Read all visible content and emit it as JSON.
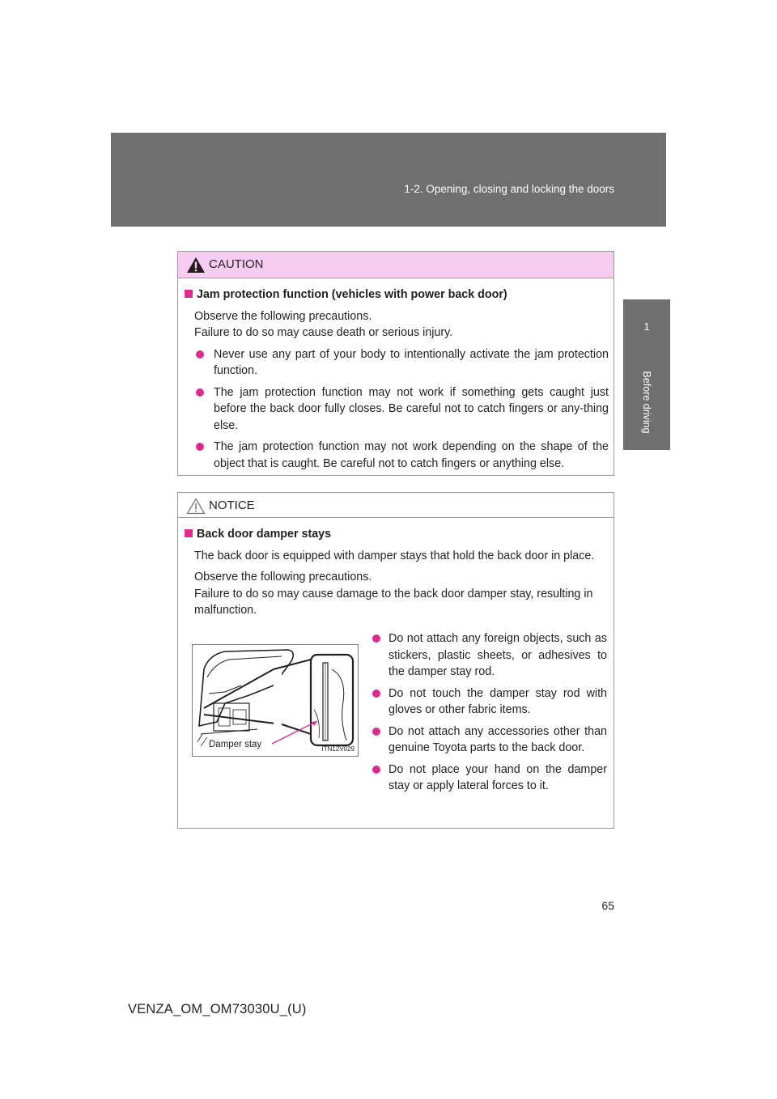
{
  "header": {
    "section_title": "1-2. Opening, closing and locking the doors"
  },
  "side_tab": {
    "chapter_number": "1",
    "chapter_label": "Before driving"
  },
  "caution": {
    "label": "CAUTION",
    "subheading": "Jam protection function (vehicles with power back door)",
    "intro_line1": "Observe the following precautions.",
    "intro_line2": "Failure to do so may cause death or serious injury.",
    "bullets": [
      "Never use any part of your body to intentionally activate the jam protection function.",
      "The jam protection function may not work if something gets caught just before the back door fully closes. Be careful not to catch fingers or any-thing else.",
      "The jam protection function may not work depending on the shape of the object that is caught. Be careful not to catch fingers or anything else."
    ]
  },
  "notice": {
    "label": "NOTICE",
    "subheading": "Back door damper stays",
    "para1": "The back door is equipped with damper stays that hold the back door in place.",
    "intro_line1": "Observe the following precautions.",
    "intro_line2": "Failure to do so may cause damage to the back door damper stay, resulting in malfunction.",
    "figure_label": "Damper stay",
    "figure_code": "ITN12V029",
    "bullets": [
      "Do not attach any foreign objects, such as stickers, plastic sheets, or adhesives to the damper stay rod.",
      "Do not touch the damper stay rod with gloves or other fabric items.",
      "Do not attach any accessories other than genuine Toyota parts to the back door.",
      "Do not place your hand on the damper stay or apply lateral forces to it."
    ]
  },
  "page_number": "65",
  "footer_code": "VENZA_OM_OM73030U_(U)",
  "colors": {
    "header_band": "#6f6f6f",
    "caution_head": "#f6ccf0",
    "bullet_magenta": "#e0298c"
  }
}
